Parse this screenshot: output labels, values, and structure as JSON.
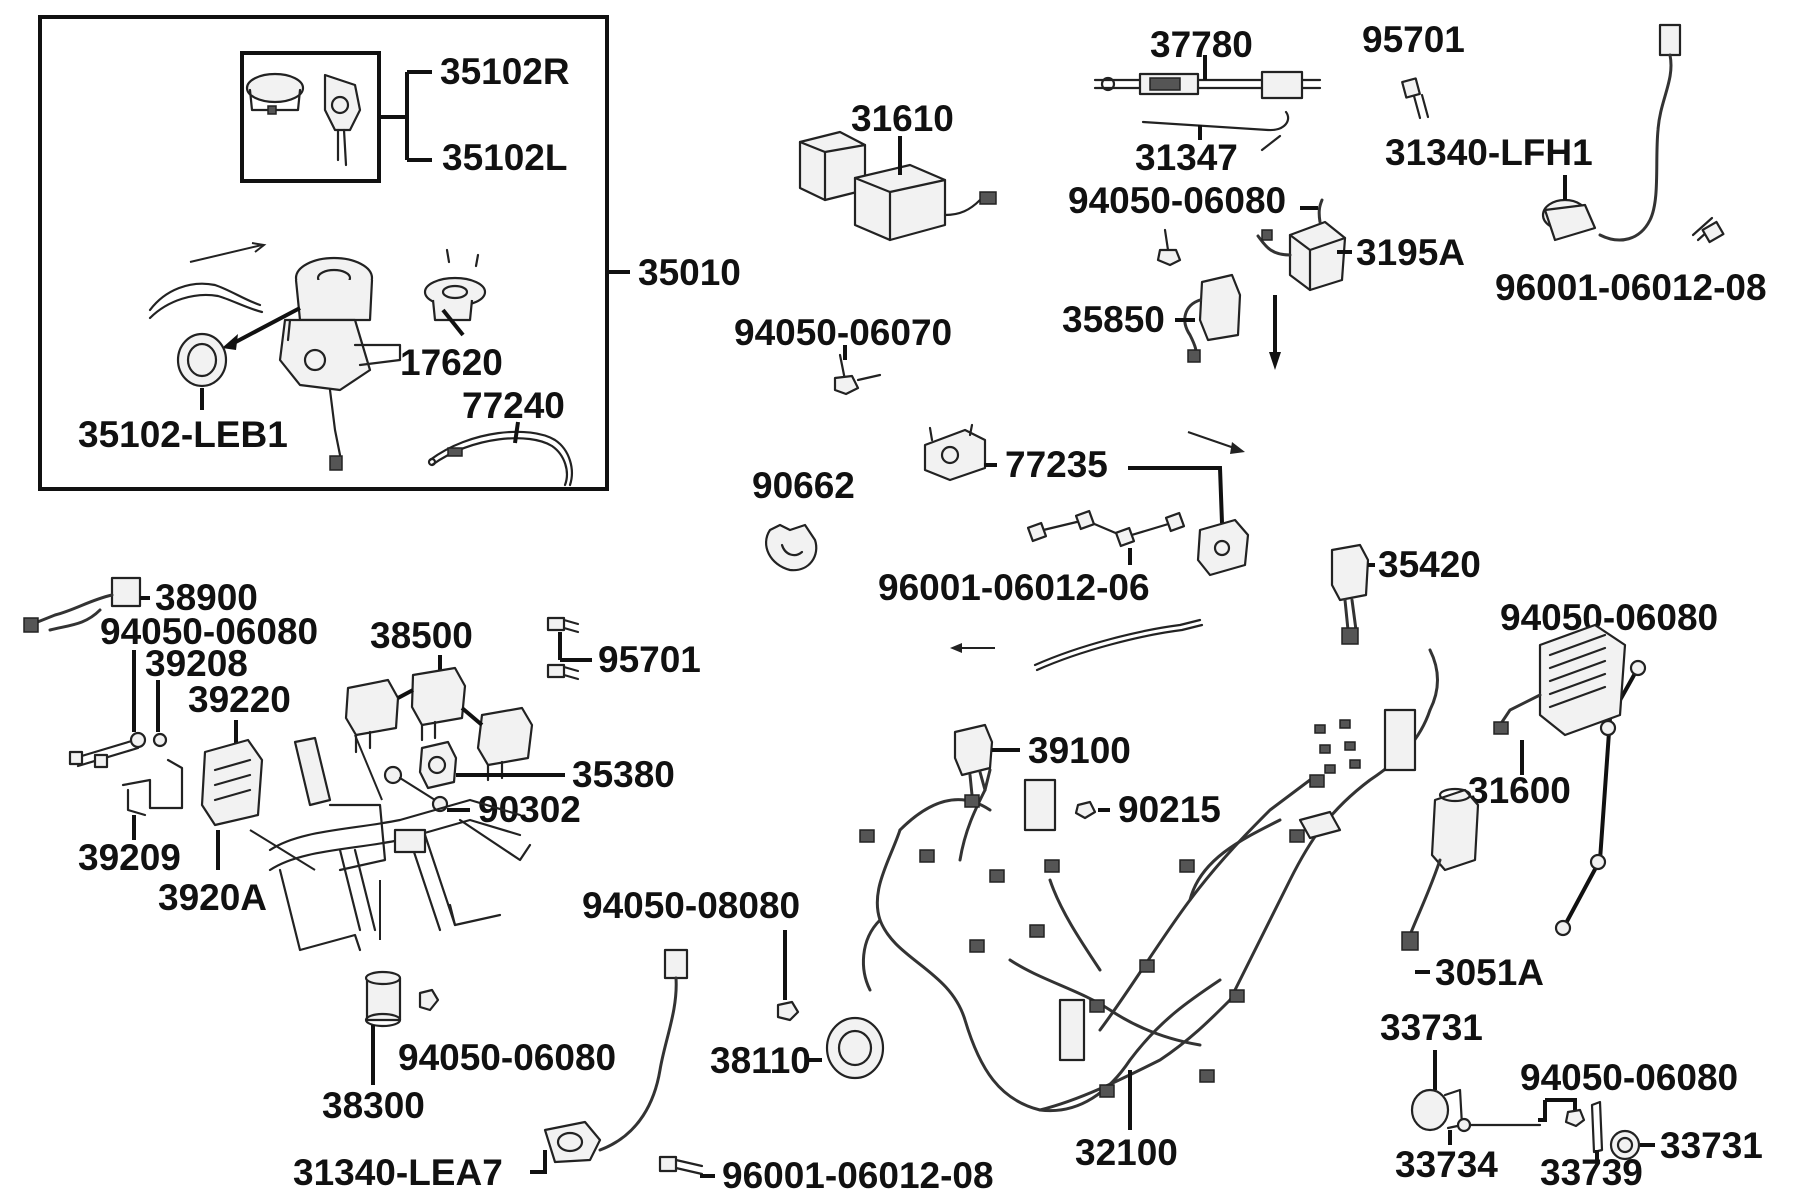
{
  "labels": {
    "p35102R": "35102R",
    "p35102L": "35102L",
    "p35010": "35010",
    "p17620": "17620",
    "p77240": "77240",
    "p35102LEB1": "35102-LEB1",
    "p31610": "31610",
    "p37780": "37780",
    "p95701a": "95701",
    "p31347": "31347",
    "p31340LFH1": "31340-LFH1",
    "p94050_06080a": "94050-06080",
    "p3195A": "3195A",
    "p96001_06012_08a": "96001-06012-08",
    "p35850": "35850",
    "p94050_06070": "94050-06070",
    "p77235": "77235",
    "p90662": "90662",
    "p96001_06012_06": "96001-06012-06",
    "p35420": "35420",
    "p94050_06080b": "94050-06080",
    "p38900": "38900",
    "p94050_06080c": "94050-06080",
    "p39208": "39208",
    "p39220": "39220",
    "p38500": "38500",
    "p95701b": "95701",
    "p35380": "35380",
    "p90302": "90302",
    "p39209": "39209",
    "p3920A": "3920A",
    "p39100": "39100",
    "p90215": "90215",
    "p31600": "31600",
    "p94050_08080": "94050-08080",
    "p3051A": "3051A",
    "p38110": "38110",
    "p94050_06080d": "94050-06080",
    "p38300": "38300",
    "p31340LEA7": "31340-LEA7",
    "p96001_06012_08b": "96001-06012-08",
    "p32100": "32100",
    "p33731a": "33731",
    "p94050_06080e": "94050-06080",
    "p33734": "33734",
    "p33739": "33739",
    "p33731b": "33731"
  }
}
